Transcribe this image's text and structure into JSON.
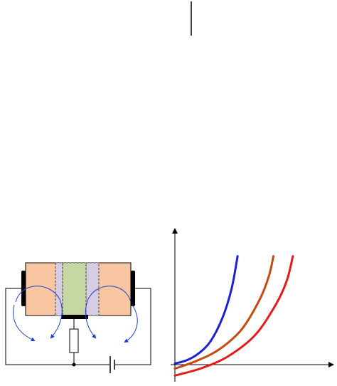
{
  "colors": {
    "n_region": "#f8c7a1",
    "depletion": "#d6cde2",
    "channel": "#c5d8a4",
    "electrode": "#000000",
    "wire": "#000000",
    "arrow": "#2040d0",
    "curve_1": "#1a22d8",
    "curve_2": "#c44a12",
    "curve_3": "#e61a1a",
    "axis": "#000000"
  },
  "chart_data": {
    "type": "line",
    "title": "",
    "xlabel": "",
    "ylabel": "",
    "xlim": [
      0,
      10
    ],
    "ylim": [
      0,
      10
    ],
    "grid": false,
    "series": [
      {
        "x": [
          0.0,
          0.8,
          1.6,
          2.4,
          3.2,
          3.8,
          4.2
        ],
        "y": [
          0.1,
          0.38,
          0.98,
          2.05,
          4.1,
          6.6,
          9.4
        ]
      },
      {
        "x": [
          0.0,
          1.5,
          3.0,
          4.5,
          5.7,
          6.3,
          6.6
        ],
        "y": [
          -0.35,
          0.35,
          1.35,
          3.1,
          5.7,
          7.7,
          9.4
        ]
      },
      {
        "x": [
          0.0,
          1.8,
          3.6,
          5.4,
          6.8,
          7.5,
          7.9
        ],
        "y": [
          -0.95,
          -0.3,
          0.75,
          2.6,
          5.3,
          7.3,
          9.4
        ]
      }
    ]
  }
}
